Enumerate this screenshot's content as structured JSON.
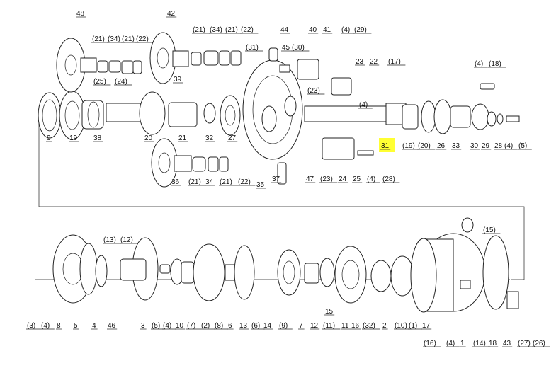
{
  "highlight_color": "#ffff33",
  "line_color": "#222222",
  "highlighted_callout": "31",
  "callouts_upper": [
    "48",
    "(21)",
    "(34)",
    "(21)",
    "(22)",
    "42",
    "(21)",
    "(34)",
    "(21)",
    "(22)",
    "44",
    "40",
    "41",
    "(4)",
    "(29)",
    "(31)",
    "45",
    "(30)",
    "23",
    "22",
    "(17)",
    "(4)",
    "(18)",
    "39",
    "(25)",
    "(24)",
    "(23)",
    "(4)",
    "9",
    "19",
    "38",
    "20",
    "21",
    "32",
    "27",
    "(19)",
    "(20)",
    "26",
    "33",
    "30",
    "29",
    "28",
    "(4)",
    "(5)",
    "31",
    "36",
    "(21)",
    "34",
    "(21)",
    "(22)",
    "35",
    "37",
    "47",
    "(23)",
    "24",
    "25",
    "(4)",
    "(28)"
  ],
  "callouts_lower": [
    "(15)",
    "(13)",
    "(12)",
    "(3)",
    "(4)",
    "8",
    "5",
    "4",
    "46",
    "3",
    "(5)",
    "(4)",
    "10",
    "(7)",
    "(2)",
    "(8)",
    "6",
    "13",
    "(6)",
    "14",
    "(9)",
    "7",
    "12",
    "(11)",
    "15",
    "11",
    "16",
    "(32)",
    "2",
    "(10)",
    "(1)",
    "17",
    "(16)",
    "(4)",
    "1",
    "(14)",
    "18",
    "43",
    "(27)",
    "(26)"
  ]
}
